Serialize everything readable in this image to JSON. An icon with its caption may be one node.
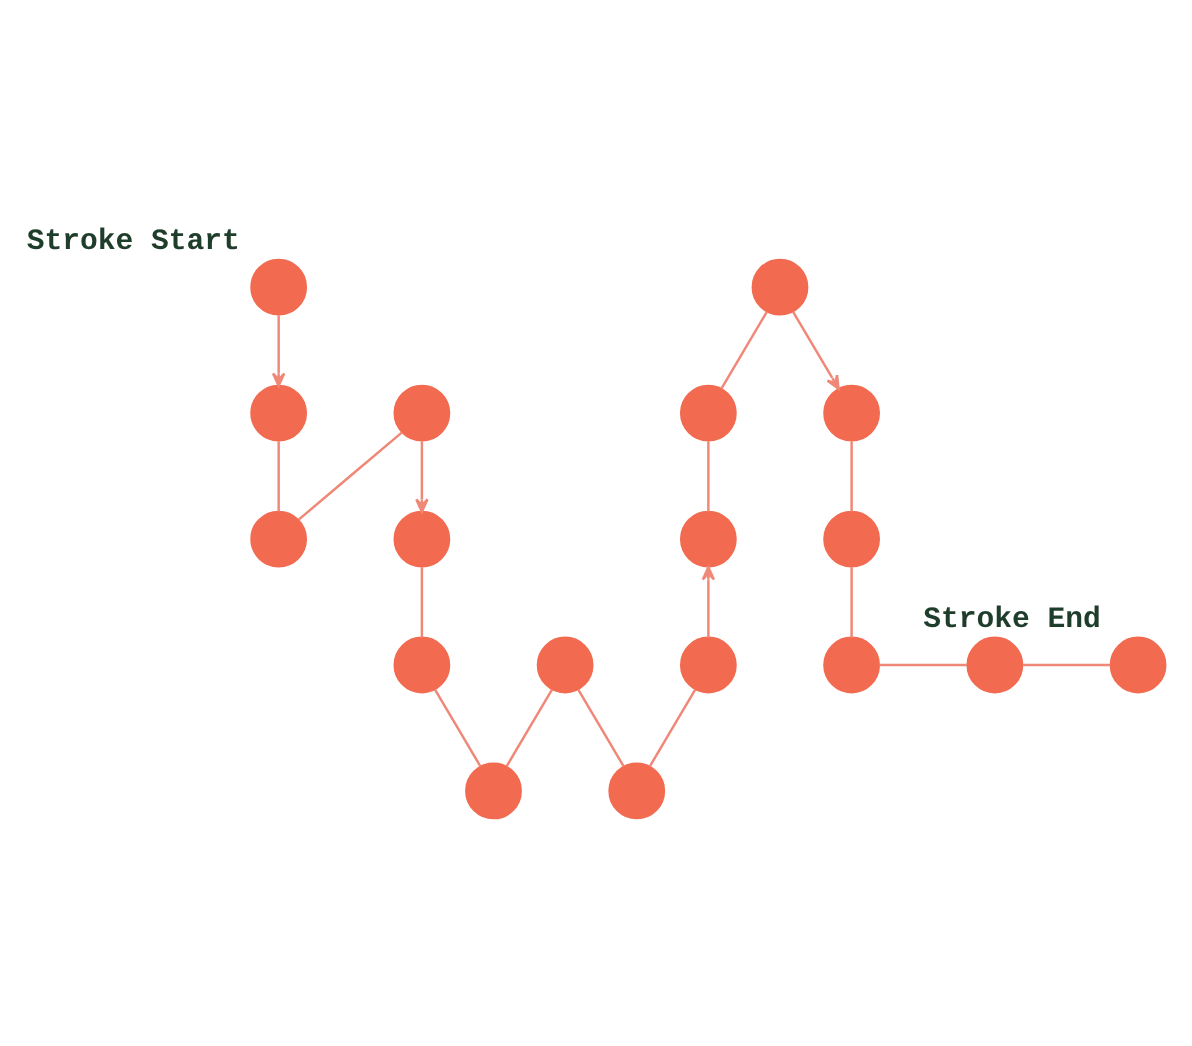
{
  "diagram": {
    "nodes": [
      {
        "text": [],
        "shape": "circle",
        "beside": [
          "Stroke Start"
        ]
      },
      {
        "text": [],
        "shape": "circle"
      },
      {
        "text": [],
        "shape": "circle"
      },
      {
        "text": [],
        "shape": "circle"
      },
      {
        "text": [],
        "shape": "circle"
      },
      {
        "text": [],
        "shape": "circle"
      },
      {
        "text": [],
        "shape": "circle"
      },
      {
        "text": [],
        "shape": "circle"
      },
      {
        "text": [],
        "shape": "circle"
      },
      {
        "text": [],
        "shape": "circle"
      },
      {
        "text": [],
        "shape": "circle"
      },
      {
        "text": [],
        "shape": "circle"
      },
      {
        "text": [],
        "shape": "circle"
      },
      {
        "text": [],
        "shape": "circle"
      },
      {
        "text": [],
        "shape": "circle"
      },
      {
        "text": [],
        "shape": "circle"
      },
      {
        "text": [],
        "shape": "circle"
      },
      {
        "text": [],
        "shape": "circle",
        "beside": [
          "Stroke End"
        ]
      }
    ],
    "edges": [
      {
        "from": 0,
        "to": 1,
        "arrow": "to"
      },
      {
        "from": 1,
        "to": 2,
        "arrow": "none"
      },
      {
        "from": 2,
        "to": 3,
        "arrow": "none"
      },
      {
        "from": 3,
        "to": 4,
        "arrow": "to"
      },
      {
        "from": 4,
        "to": 5,
        "arrow": "none"
      },
      {
        "from": 5,
        "to": 6,
        "arrow": "none"
      },
      {
        "from": 6,
        "to": 7,
        "arrow": "none"
      },
      {
        "from": 7,
        "to": 8,
        "arrow": "none"
      },
      {
        "from": 8,
        "to": 9,
        "arrow": "none"
      },
      {
        "from": 9,
        "to": 10,
        "arrow": "to"
      },
      {
        "from": 10,
        "to": 11,
        "arrow": "none"
      },
      {
        "from": 11,
        "to": 12,
        "arrow": "none"
      },
      {
        "from": 12,
        "to": 13,
        "arrow": "to"
      },
      {
        "from": 13,
        "to": 14,
        "arrow": "none"
      },
      {
        "from": 14,
        "to": 15,
        "arrow": "none"
      },
      {
        "from": 15,
        "to": 16,
        "arrow": "none"
      },
      {
        "from": 16,
        "to": 17,
        "arrow": "none"
      }
    ]
  }
}
